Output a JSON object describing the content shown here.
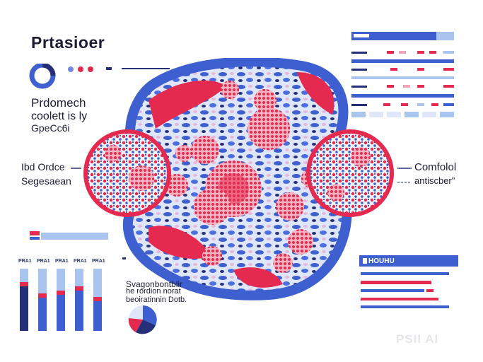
{
  "header": {
    "title": "Prtasioer"
  },
  "left_text": {
    "line1": "Prdomech",
    "line2": "coolett is ly",
    "line3": "GpeCc6i"
  },
  "side_labels": {
    "left_1": "Ibd Ordce",
    "left_2": "Segesaean",
    "right_1": "Comfolol",
    "right_2": "antiscber\""
  },
  "bar_chart": {
    "labels": [
      "PRA1",
      "PRA1",
      "PRA1",
      "PRA1",
      "PRA1"
    ],
    "fills": [
      0.78,
      0.6,
      0.65,
      0.72,
      0.55
    ]
  },
  "mid_note": {
    "line1": "Svagonbontblir",
    "line2": "he rordion norat",
    "line3": "beoiratinnin Dotb."
  },
  "right_panel": {
    "title": "HOUHU"
  },
  "watermark": "PSII AI",
  "colors": {
    "blue": "#3d5fcf",
    "red": "#e42a4e",
    "pink": "#f2a3b8",
    "lightblue": "#a9c4ee",
    "navy": "#263078"
  }
}
